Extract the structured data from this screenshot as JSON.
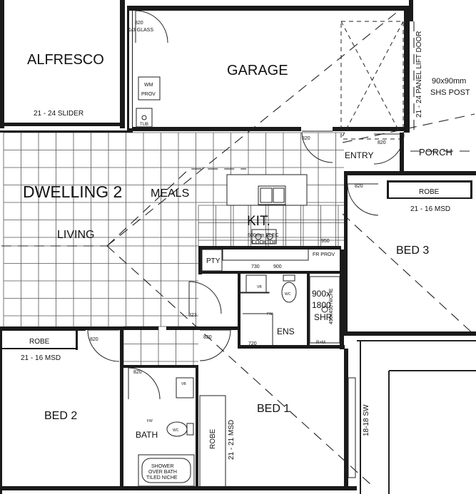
{
  "rooms": {
    "alfresco": "ALFRESCO",
    "garage": "GARAGE",
    "dwelling": "DWELLING 2",
    "meals": "MEALS",
    "living": "LIVING",
    "kitchen": "KIT.",
    "bed3": "BED 3",
    "bed2": "BED 2",
    "bed1": "BED 1",
    "bath": "BATH",
    "ens": "ENS",
    "porch": "PORCH",
    "entry": "ENTRY",
    "pty": "PTY"
  },
  "labels": {
    "door_820_glass": "820",
    "glass_note": "1/3 GLASS",
    "wm_line1": "WM",
    "wm_line2": "PROV",
    "tub": "TUB",
    "slider": "21 - 24 SLIDER",
    "panel_lift_door": "21 - 24 PANEL LIFT DOOR",
    "post_line1": "90x90mm",
    "post_line2": "SHS POST",
    "entry_door": "820",
    "garage_door": "820",
    "bed3_door": "820",
    "robe_bed3": "ROBE",
    "msd_bed3": "21 - 16 MSD",
    "cooktop_line1": "600mm ELEC",
    "cooktop_line2": "COOKTOP",
    "dim_950": "950",
    "fr_prov": "FR PROV",
    "dim_730": "730",
    "dim_900": "900",
    "shr_line1": "900x",
    "shr_line2": "1800",
    "shr_line3": "SHR",
    "niche": "450x450 NICHE",
    "vb_ens": "VB",
    "wc_ens": "WC",
    "fw_ens": "FW",
    "dim_720": "720",
    "rm": "R+M",
    "door_823": "823",
    "door_820_bed1": "820",
    "door_820_bed2": "820",
    "door_820_bath": "820",
    "robe_bed2": "ROBE",
    "msd_bed2": "21 - 16 MSD",
    "vb_bath": "VB",
    "fw_bath": "FW",
    "wc_bath": "WC",
    "robe_bed1": "ROBE",
    "msd_bed1": "21 - 21 MSD",
    "sw": "18-18 SW",
    "shower_line1": "SHOWER",
    "shower_line2": "OVER BATH",
    "shower_line3": "TILED NICHE"
  }
}
